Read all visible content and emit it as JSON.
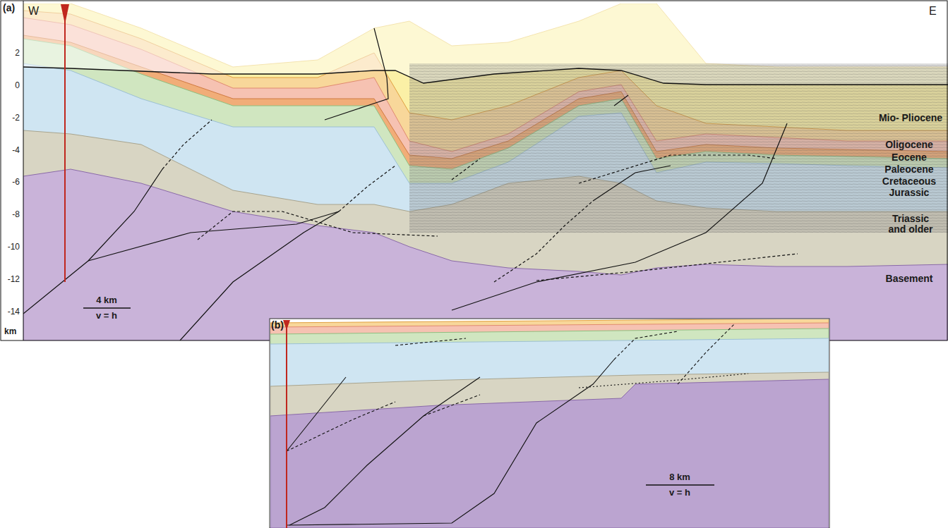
{
  "diagram": {
    "labels": [
      "(a)",
      "W",
      "E",
      "2",
      "0",
      "-2",
      "-4",
      "-6",
      "-8",
      "-10",
      "-12",
      "-14",
      "km",
      "4 km",
      "v = h",
      "Mio- Pliocene",
      "Oligocene",
      "Eocene",
      "Paleocene",
      "Cretaceous",
      "Jurassic",
      "Triassic and older",
      "Basement",
      "(b)",
      "8 km",
      "v = h"
    ]
  }
}
